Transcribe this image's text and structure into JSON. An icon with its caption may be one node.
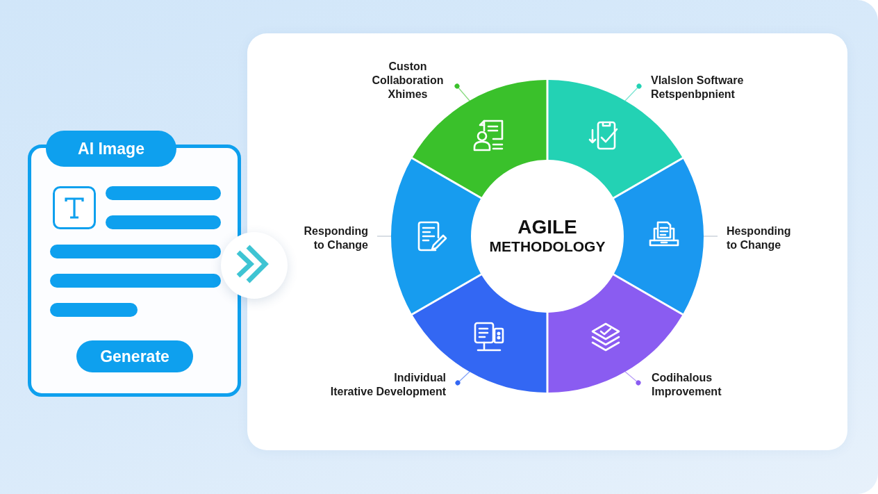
{
  "diagram": {
    "nodes": [
      {
        "text": [
          "AI Image"
        ]
      },
      {
        "text": [],
        "shape": "box"
      },
      {
        "text": [
          "Generate"
        ],
        "in": 1
      },
      {
        "text": [],
        "shape": "box"
      },
      {
        "text": [
          "Custon Collaboration Xhimes"
        ],
        "in": 3
      },
      {
        "text": [
          "Vlalslon Software Retspenbpnient"
        ],
        "in": 3
      },
      {
        "text": [],
        "shape": "segment",
        "in": 3
      },
      {
        "text": [],
        "shape": "segment",
        "in": 3
      },
      {
        "text": [
          "Responding to Change"
        ],
        "in": 3
      },
      {
        "text": [],
        "shape": "segment",
        "in": 3
      },
      {
        "text": [
          "AGILE",
          "METHODOLOGY"
        ],
        "in": 3
      },
      {
        "text": [],
        "shape": "segment",
        "in": 3
      },
      {
        "text": [
          "Hesponding to Change"
        ],
        "in": 3
      },
      {
        "text": [],
        "shape": "segment",
        "in": 3
      },
      {
        "text": [],
        "shape": "segment",
        "in": 3
      },
      {
        "text": [
          "Individual Iterative Development"
        ],
        "in": 3
      },
      {
        "text": [
          "Codihalous Improvement"
        ],
        "in": 3
      }
    ],
    "edges": [
      {
        "from": 1,
        "to": 3,
        "arrow": "to",
        "style": "thick",
        "color": "#3ec4d3"
      },
      {
        "from": 4,
        "to": 6,
        "arrow": "other",
        "color": "#3ac12b"
      },
      {
        "from": 5,
        "to": 7,
        "arrow": "other",
        "color": "#23d2b4"
      },
      {
        "from": 8,
        "to": 9,
        "arrow": "none"
      },
      {
        "from": 12,
        "to": 11,
        "arrow": "none"
      },
      {
        "from": 15,
        "to": 13,
        "arrow": "other",
        "color": "#3367f3"
      },
      {
        "from": 16,
        "to": 14,
        "arrow": "other",
        "color": "#8a5cf1"
      }
    ]
  }
}
